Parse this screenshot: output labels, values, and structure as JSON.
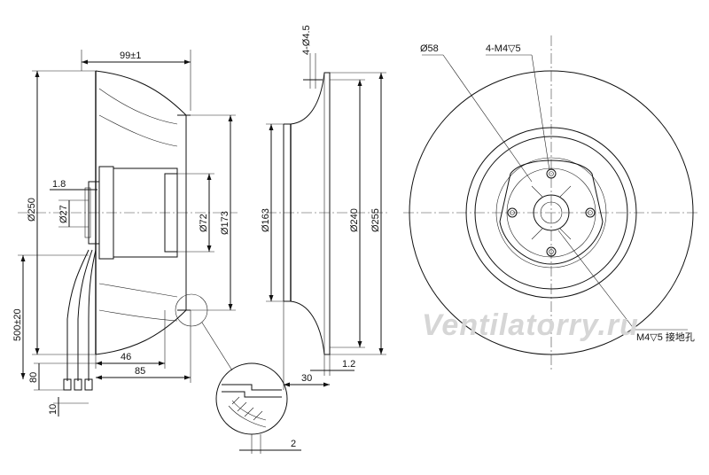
{
  "side_view": {
    "width_label": "99±1",
    "dia_250": "Ø250",
    "dia_27": "Ø27",
    "dim_1_8": "1.8",
    "dia_72": "Ø72",
    "dia_173": "Ø173",
    "dim_500": "500±20",
    "dim_46": "46",
    "dim_85": "85",
    "dim_80": "80",
    "dim_10": "10"
  },
  "section_view": {
    "holes_label": "4-Ø4.5",
    "dia_163": "Ø163",
    "dia_240": "Ø240",
    "dia_255": "Ø255",
    "dim_1_2": "1.2",
    "dim_30": "30",
    "detail_2": "2"
  },
  "front_view": {
    "dia_58": "Ø58",
    "screws_label": "4-M4▽5",
    "ground_label": "M4▽5  接地孔"
  },
  "watermark": "Ventilatorry.ru"
}
